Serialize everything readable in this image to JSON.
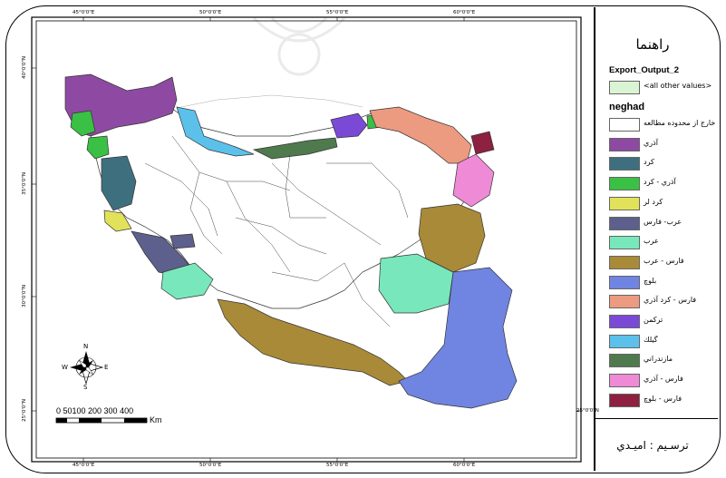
{
  "grid_labels": {
    "top": [
      "45°0'0\"E",
      "50°0'0\"E",
      "55°0'0\"E",
      "60°0'0\"E"
    ],
    "bottom": [
      "45°0'0\"E",
      "50°0'0\"E",
      "55°0'0\"E",
      "60°0'0\"E"
    ],
    "left": [
      "40°0'0\"N",
      "35°0'0\"N",
      "30°0'0\"N",
      "25°0'0\"N"
    ],
    "right": [
      "25°0'0\"N"
    ]
  },
  "legend": {
    "title": "راهنما",
    "layer1_name": "Export_Output_2",
    "layer1_items": [
      {
        "label": "<all other values>",
        "color": "#d9f5d3"
      }
    ],
    "layer2_name": "neghad",
    "layer2_items": [
      {
        "label": "خارج از محدوده مطالعه",
        "color": "#ffffff"
      },
      {
        "label": "آذري",
        "color": "#8e4aa2"
      },
      {
        "label": "كرد",
        "color": "#3e6f7e"
      },
      {
        "label": "آذري - كرد",
        "color": "#39c045"
      },
      {
        "label": "كرد لر",
        "color": "#e2e25a"
      },
      {
        "label": "عرب- فارس",
        "color": "#5d5f8c"
      },
      {
        "label": "عرب",
        "color": "#78e8bc"
      },
      {
        "label": "فارس - عرب",
        "color": "#a88a38"
      },
      {
        "label": "بلوچ",
        "color": "#7084e2"
      },
      {
        "label": "فارس - كرد آذري",
        "color": "#ec9a80"
      },
      {
        "label": "تركمن",
        "color": "#7a4ad6"
      },
      {
        "label": "گيلك",
        "color": "#5bc1ea"
      },
      {
        "label": "مازندراني",
        "color": "#4f7a4e"
      },
      {
        "label": "فارس - آذري",
        "color": "#ee8ad6"
      },
      {
        "label": "فارس - بلوچ",
        "color": "#8e2040"
      }
    ]
  },
  "scale_bar": {
    "labels": "0  50100  200   300   400",
    "unit": "Km"
  },
  "credit": "ترسـيم : اميـدي",
  "north_arrow": {
    "n": "N",
    "s": "S",
    "e": "E",
    "w": "W"
  }
}
